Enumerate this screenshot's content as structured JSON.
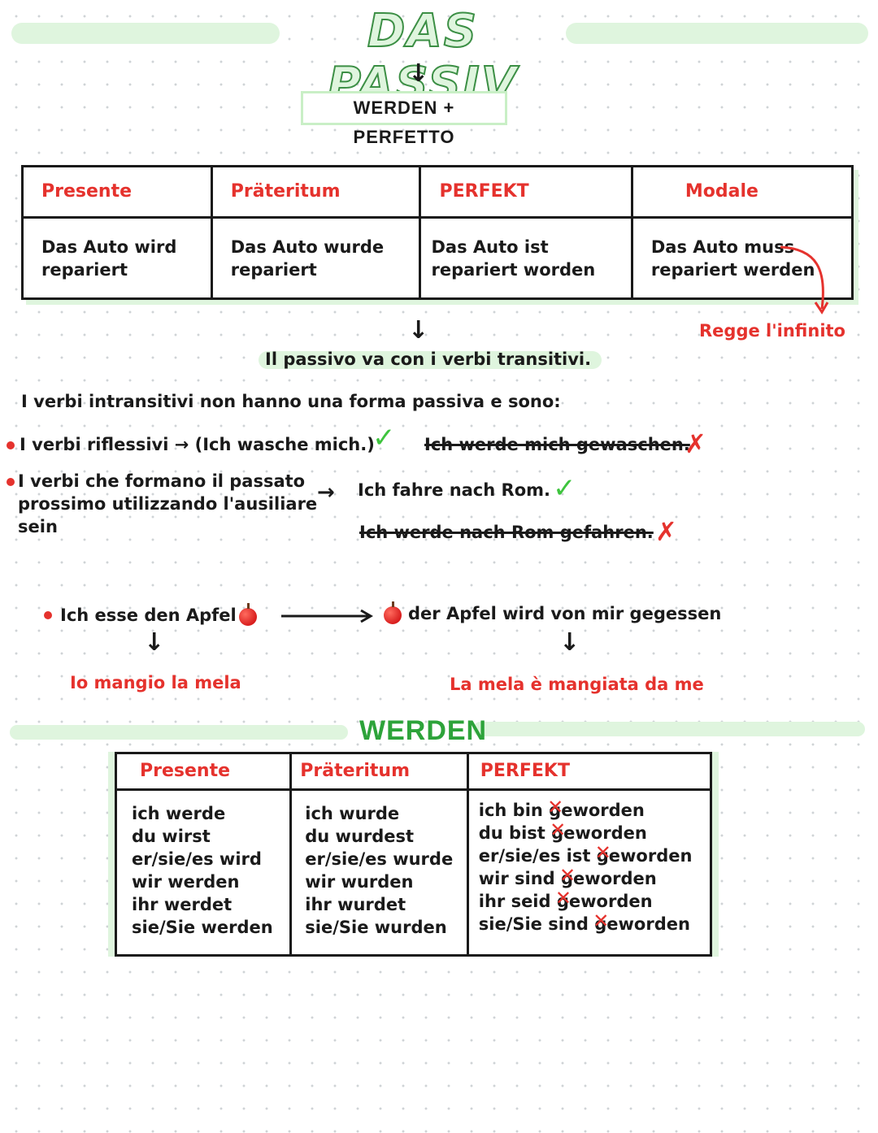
{
  "title": "DAS PASSIV",
  "formula": "WERDEN + PERFETTO",
  "tense_table": {
    "headers": [
      "Presente",
      "Präteritum",
      "PERFEKT",
      "Modale"
    ],
    "cells": [
      [
        "Das Auto wird",
        "repariert"
      ],
      [
        "Das Auto wurde",
        "repariert"
      ],
      [
        "Das Auto ist",
        "repariert worden"
      ],
      [
        "Das Auto muss",
        "repariert werden"
      ]
    ]
  },
  "modal_note": "Regge l'infinito",
  "transitive_note": "Il passivo va con i verbi transitivi.",
  "intransitive_intro": "I verbi intransitivi non hanno una forma passiva e sono:",
  "reflexive": {
    "label": "I verbi riflessivi",
    "example_ok": "(Ich wasche mich.)",
    "example_wrong": "Ich werde mich gewaschen."
  },
  "sein_verbs": {
    "lines": [
      "I verbi che formano il passato",
      "prossimo utilizzando l'ausiliare",
      "sein"
    ],
    "example_ok": "Ich fahre nach Rom.",
    "example_wrong": "Ich werde nach Rom gefahren."
  },
  "example": {
    "active_de": "Ich esse den Apfel",
    "passive_de": "der Apfel wird von mir gegessen",
    "active_it": "Io mangio la mela",
    "passive_it": "La mela è mangiata da me"
  },
  "werden_title": "WERDEN",
  "werden_table": {
    "headers": [
      "Presente",
      "Präteritum",
      "PERFEKT"
    ],
    "presente": [
      "ich werde",
      "du wirst",
      "er/sie/es wird",
      "wir werden",
      "ihr werdet",
      "sie/Sie werden"
    ],
    "praeteritum": [
      "ich wurde",
      "du wurdest",
      "er/sie/es wurde",
      "wir wurden",
      "ihr wurdet",
      "sie/Sie wurden"
    ],
    "perfekt_pronouns": [
      "ich bin",
      "du bist",
      "er/sie/es ist",
      "wir sind",
      "ihr seid",
      "sie/Sie sind"
    ],
    "perfekt_struck": "ge",
    "perfekt_rest": "worden"
  },
  "colors": {
    "accent_red": "#e5322d",
    "highlight_green": "#dff5de",
    "check_green": "#3ec43e"
  }
}
